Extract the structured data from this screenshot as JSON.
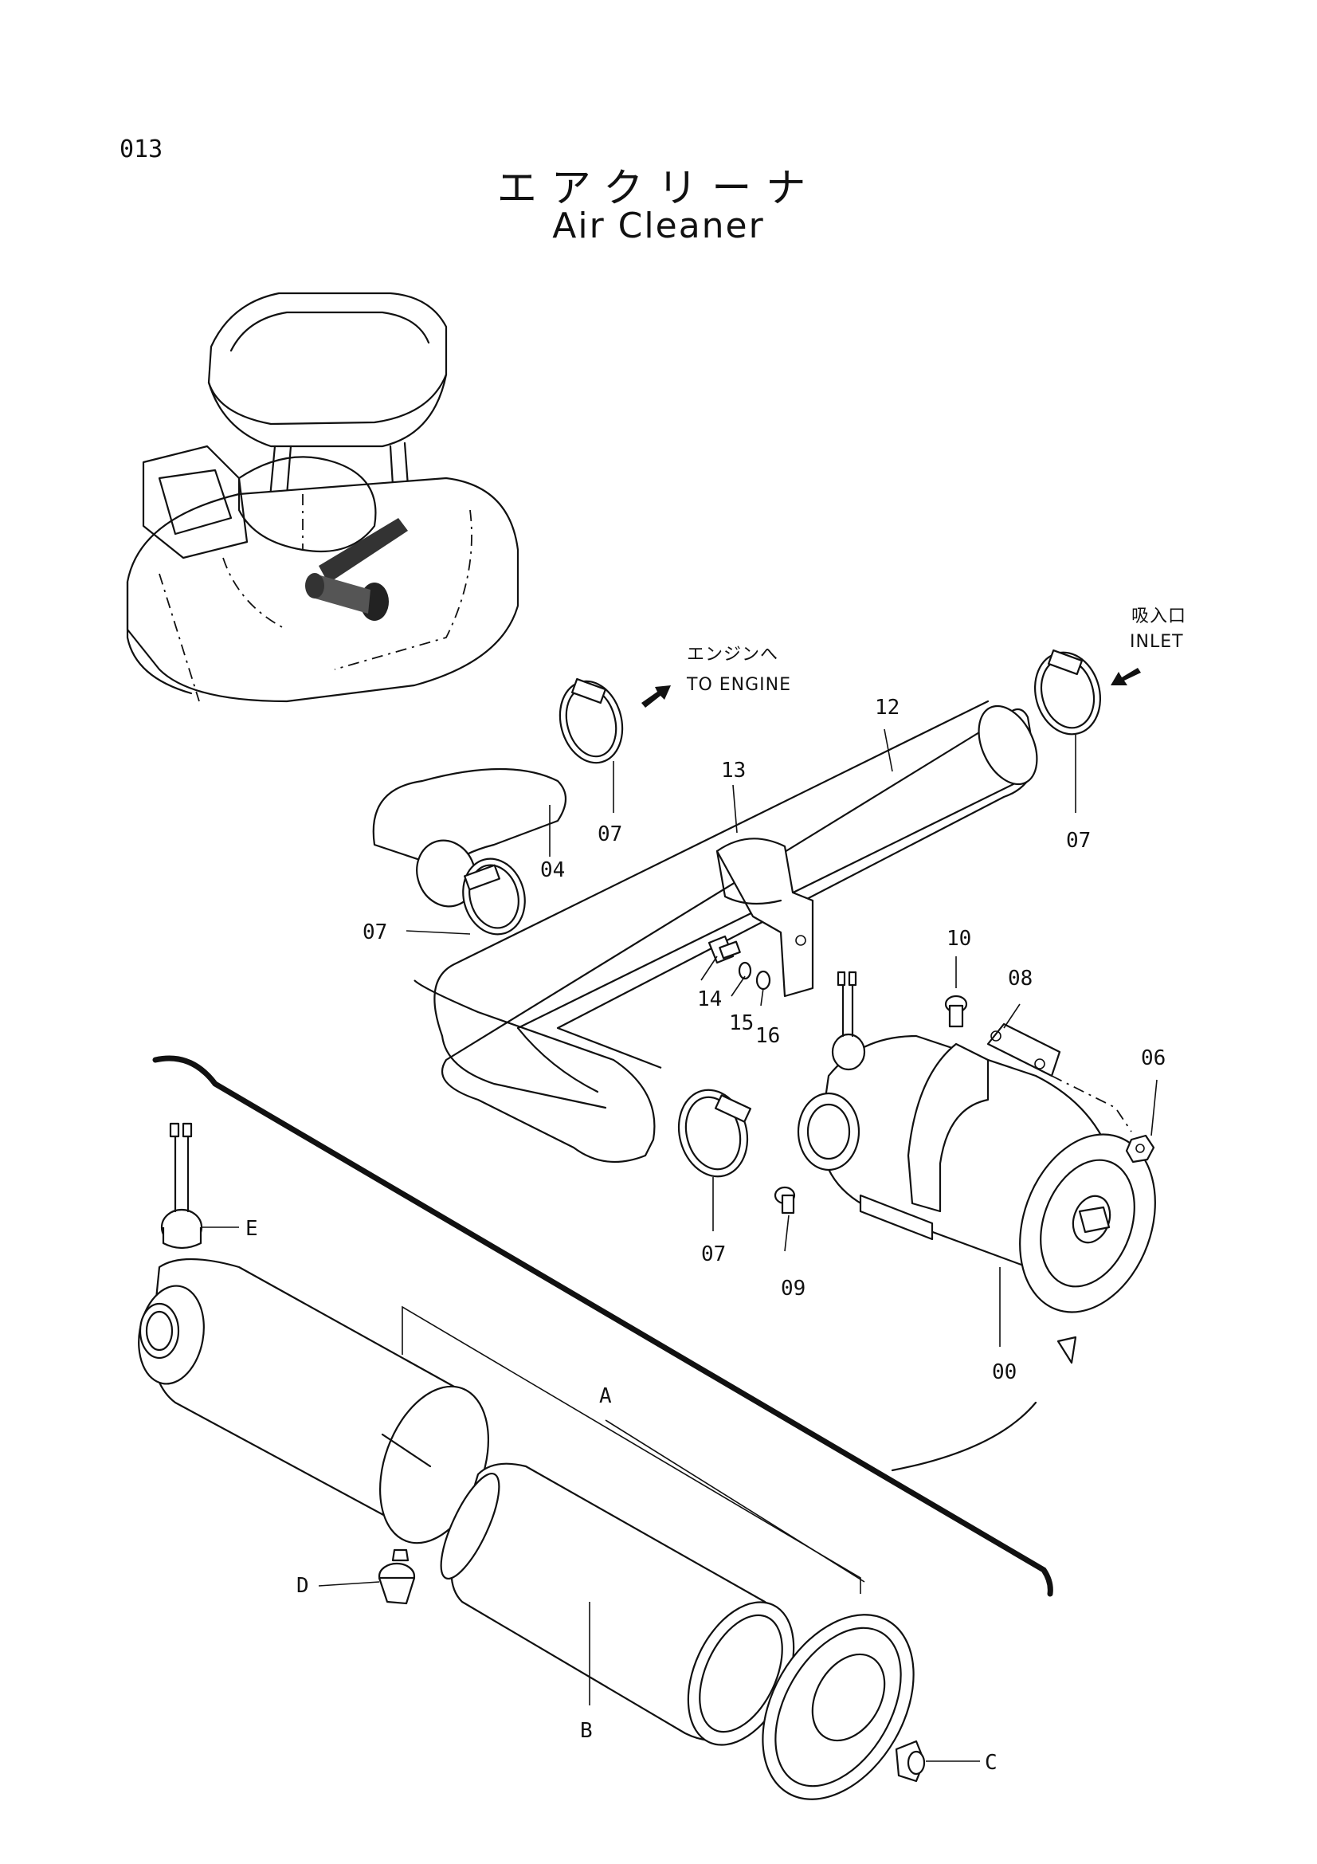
{
  "page": {
    "number": "013",
    "title_jp": "エアクリーナ",
    "title_en": "Air Cleaner"
  },
  "annotations": {
    "to_engine_jp": "エンジンへ",
    "to_engine_en": "TO  ENGINE",
    "inlet_jp": "吸入口",
    "inlet_en": "INLET"
  },
  "callouts": {
    "air_cleaner_assy": "00",
    "pipe": "04",
    "nut": "06",
    "clamp_top_left": "07",
    "clamp_top_right": "07",
    "clamp_left": "07",
    "clamp_lower": "07",
    "bracket_band": "08",
    "bolt_09": "09",
    "bolt_10": "10",
    "pipe_12": "12",
    "bracket_13": "13",
    "bolt_14": "14",
    "washer_15": "15",
    "washer_16": "16",
    "element_A": "A",
    "element_B": "B",
    "wing_nut_C": "C",
    "valve_D": "D",
    "indicator_E": "E"
  }
}
